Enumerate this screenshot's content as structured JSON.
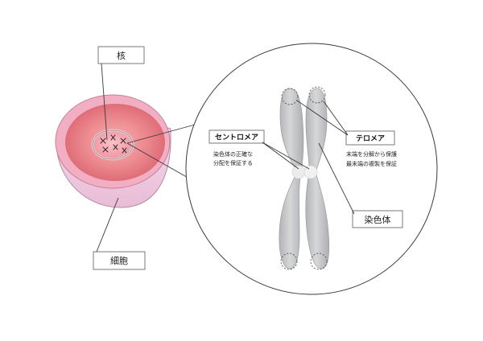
{
  "labels": {
    "nucleus": "核",
    "cell": "細胞",
    "centromere": "セントロメア",
    "telomere": "テロメア",
    "chromosome": "染色体"
  },
  "notes": {
    "centromere_line1": "染色体の正確な",
    "centromere_line2": "分配を保証する",
    "telomere_line1": "末端を分解から保護",
    "telomere_line2": "最末端の複製を保証"
  },
  "colors": {
    "cell_inner": "#e0707a",
    "cell_rim": "#f2aec3",
    "cell_body": "#f0cfe3",
    "nucleus": "#f6a0ac",
    "chromosome": "#c8c9cb",
    "centromere": "#eeeeee"
  }
}
